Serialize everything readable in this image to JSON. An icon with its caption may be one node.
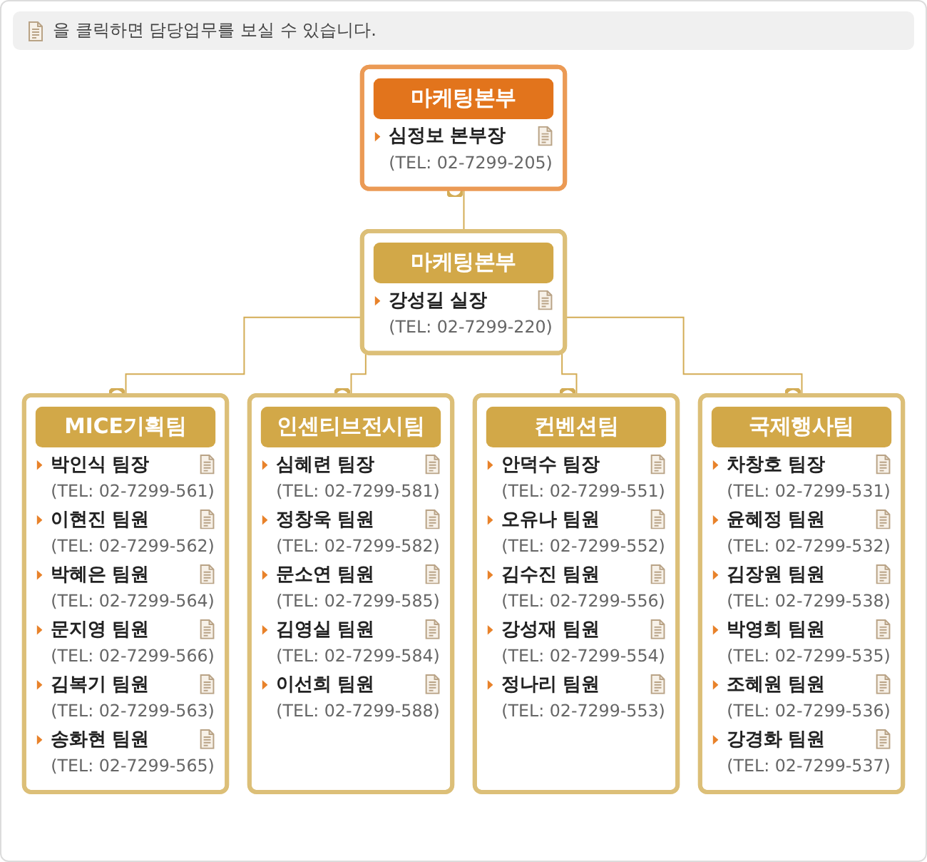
{
  "diagram": {
    "nodes": [
      {
        "text": [
          "마케팅본부",
          "심정보 본부장",
          "(TEL: 02-7299-205)"
        ]
      },
      {
        "text": [
          "마케팅본부",
          "강성길 실장",
          "(TEL: 02-7299-220)"
        ]
      },
      {
        "text": [
          "MICE기획팀",
          "박인식 팀장",
          "(TEL: 02-7299-561)",
          "이현진 팀원",
          "(TEL: 02-7299-562)",
          "박혜은 팀원",
          "(TEL: 02-7299-564)",
          "문지영 팀원",
          "(TEL: 02-7299-566)",
          "김복기 팀원",
          "(TEL: 02-7299-563)",
          "송화현 팀원",
          "(TEL: 02-7299-565)"
        ]
      },
      {
        "text": [
          "인센티브전시팀",
          "심혜련 팀장",
          "(TEL: 02-7299-581)",
          "정창욱 팀원",
          "(TEL: 02-7299-582)",
          "문소연 팀원",
          "(TEL: 02-7299-585)",
          "김영실 팀원",
          "(TEL: 02-7299-584)",
          "이선희 팀원",
          "(TEL: 02-7299-588)"
        ]
      },
      {
        "text": [
          "컨벤션팀",
          "안덕수 팀장",
          "(TEL: 02-7299-551)",
          "오유나 팀원",
          "(TEL: 02-7299-552)",
          "김수진 팀원",
          "(TEL: 02-7299-556)",
          "강성재 팀원",
          "(TEL: 02-7299-554)",
          "정나리 팀원",
          "(TEL: 02-7299-553)"
        ]
      },
      {
        "text": [
          "국제행사팀",
          "차창호 팀장",
          "(TEL: 02-7299-531)",
          "윤혜정 팀원",
          "(TEL: 02-7299-532)",
          "김장원 팀원",
          "(TEL: 02-7299-538)",
          "박영희 팀원",
          "(TEL: 02-7299-535)",
          "조혜원 팀원",
          "(TEL: 02-7299-536)",
          "강경화 팀원",
          "(TEL: 02-7299-537)"
        ]
      }
    ],
    "edges": [
      {
        "from": 0,
        "to": 1,
        "arrow": "other"
      },
      {
        "from": 1,
        "to": 2,
        "arrow": "other"
      },
      {
        "from": 1,
        "to": 3,
        "arrow": "other"
      },
      {
        "from": 1,
        "to": 4,
        "arrow": "other"
      },
      {
        "from": 1,
        "to": 5,
        "arrow": "other"
      }
    ],
    "labels": [
      "을 클릭하면 담당업무를 보실 수 있습니다."
    ]
  }
}
